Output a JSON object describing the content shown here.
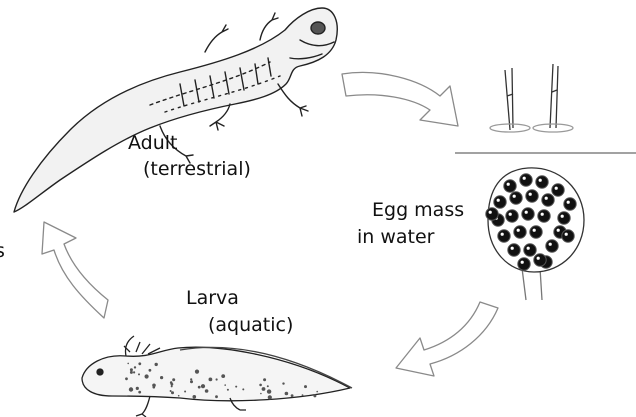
{
  "labels": {
    "adult_line1": "Adult",
    "adult_line2": "(terrestrial)",
    "egg_line1": "Egg mass",
    "egg_line2": "in water",
    "larva_line1": "Larva",
    "larva_line2": "(aquatic)",
    "left_edge_fragment": "s"
  },
  "colors": {
    "ink": "#111111",
    "arrow_outline": "#8a8a8a",
    "arrow_fill": "#ffffff",
    "background": "#ffffff"
  }
}
